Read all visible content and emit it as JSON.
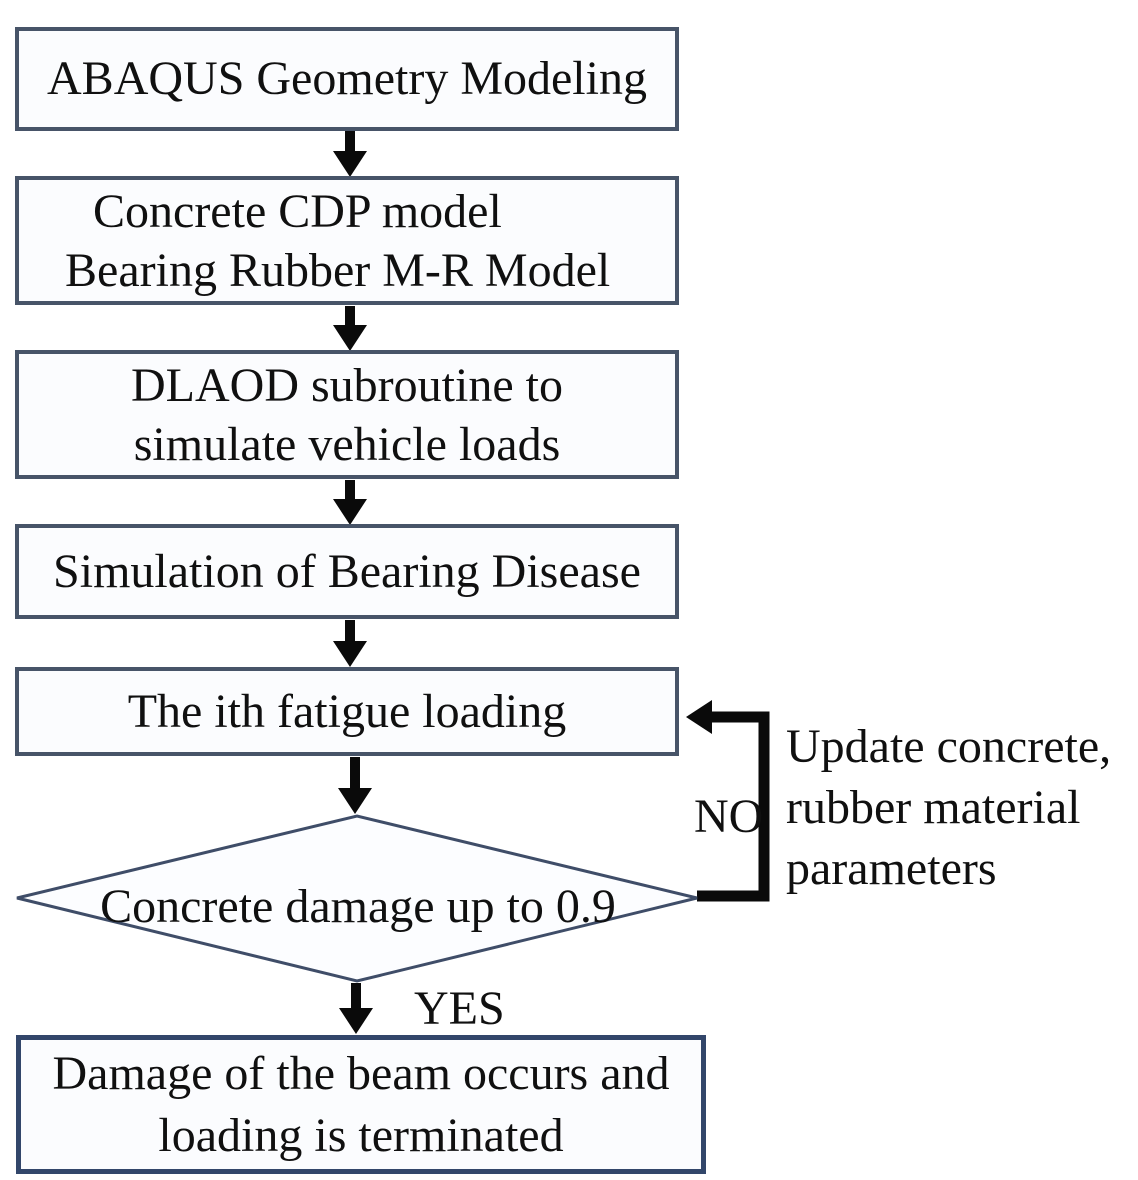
{
  "figure": {
    "type": "flowchart",
    "boxes": [
      {
        "id": "abaqus-modeling",
        "lines": [
          "ABAQUS Geometry Modeling"
        ]
      },
      {
        "id": "material-models",
        "lines": [
          "Concrete CDP model",
          "Bearing Rubber M-R Model"
        ]
      },
      {
        "id": "dlaod-subroutine",
        "lines": [
          "DLAOD subroutine to",
          "simulate vehicle loads"
        ]
      },
      {
        "id": "bearing-disease",
        "lines": [
          "Simulation of Bearing Disease"
        ]
      },
      {
        "id": "fatigue-loading",
        "lines": [
          "The ith fatigue loading"
        ]
      },
      {
        "id": "terminal-damage",
        "lines": [
          "Damage of the beam occurs and",
          "loading is terminated"
        ]
      }
    ],
    "decision": {
      "label": "Concrete damage up to 0.9"
    },
    "branch_labels": {
      "no": "NO",
      "yes": "YES"
    },
    "feedback_note": {
      "lines": [
        "Update concrete,",
        "rubber material",
        "parameters"
      ]
    },
    "colors": {
      "box_border": "#475468",
      "terminal_box_border": "#32466a",
      "diamond_border": "#3f4d68",
      "box_fill": "#fbfcfe",
      "arrow": "#0a0a0a",
      "text": "#101010",
      "background": "#ffffff"
    }
  }
}
